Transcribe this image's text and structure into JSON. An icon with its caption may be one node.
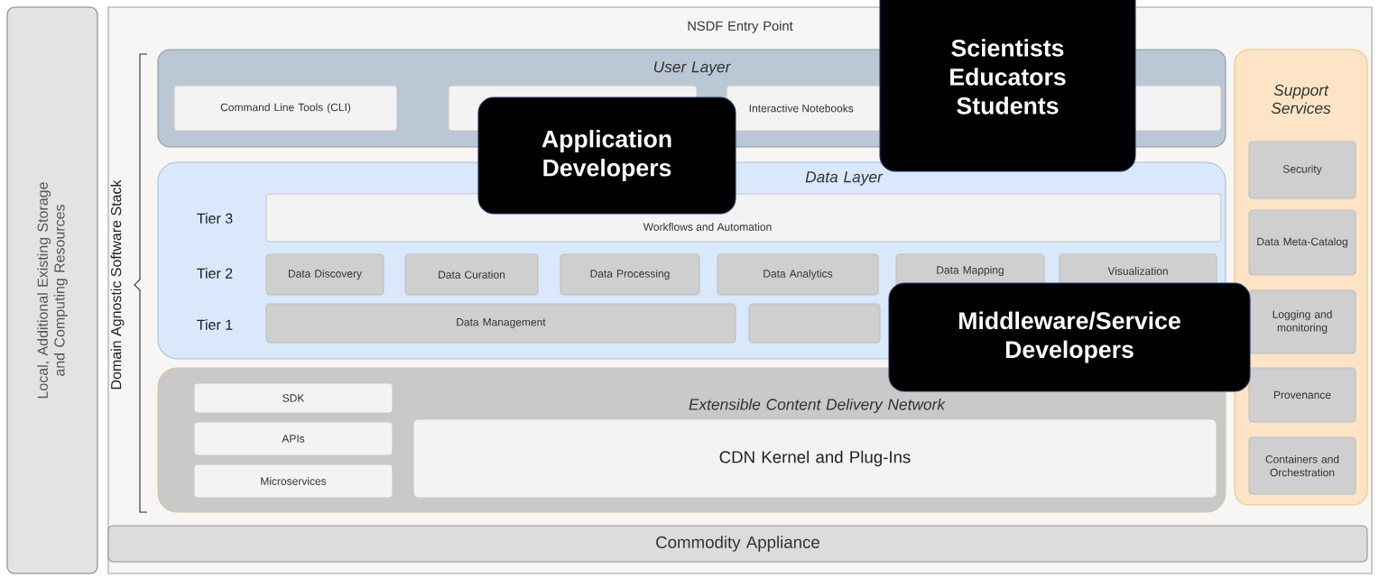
{
  "diagram": {
    "nodes": [
      {
        "text": [
          "Local, Additional Existing Storage and Computing Resources"
        ]
      },
      {
        "text": [
          "NSDF Entry Point"
        ]
      },
      {
        "text": [
          "User Layer"
        ],
        "in": 1
      },
      {
        "text": [
          "Command Line Tools (CLI)"
        ],
        "in": 2
      },
      {
        "text": [],
        "shape": "box",
        "in": 2
      },
      {
        "text": [
          "Interactive Notebooks"
        ],
        "in": 2
      },
      {
        "text": [
          "Data Layer"
        ],
        "in": 1
      },
      {
        "text": [
          "Workflows and Automation"
        ],
        "in": 6
      },
      {
        "text": [
          "Data Discovery"
        ],
        "in": 6
      },
      {
        "text": [
          "Data Curation"
        ],
        "in": 6
      },
      {
        "text": [
          "Data Processing"
        ],
        "in": 6
      },
      {
        "text": [
          "Data Analytics"
        ],
        "in": 6
      },
      {
        "text": [
          "Data Mapping"
        ],
        "in": 6
      },
      {
        "text": [
          "Visualization"
        ],
        "in": 6
      },
      {
        "text": [
          "Data Management"
        ],
        "in": 6
      },
      {
        "text": [],
        "shape": "box",
        "in": 6
      },
      {
        "text": [
          "Extensible Content Delivery Network"
        ],
        "in": 1
      },
      {
        "text": [
          "SDK"
        ],
        "in": 16
      },
      {
        "text": [
          "APIs"
        ],
        "in": 16
      },
      {
        "text": [
          "Microservices"
        ],
        "in": 16
      },
      {
        "text": [
          "CDN Kernel and Plug-Ins"
        ],
        "in": 16
      },
      {
        "text": [
          "Support Services"
        ],
        "in": 1
      },
      {
        "text": [
          "Security"
        ],
        "in": 21
      },
      {
        "text": [
          "Data Meta-Catalog"
        ],
        "in": 21
      },
      {
        "text": [
          "Logging and monitoring"
        ],
        "in": 21
      },
      {
        "text": [
          "Provenance"
        ],
        "in": 21
      },
      {
        "text": [
          "Containers and Orchestration"
        ],
        "in": 21
      },
      {
        "text": [
          "Commodity Appliance"
        ],
        "in": 1
      },
      {
        "text": [
          "Application Developers"
        ],
        "in": 1
      },
      {
        "text": [
          "Scientists Educators Students"
        ]
      },
      {
        "text": [
          "Middleware/Service Developers"
        ],
        "in": 1
      }
    ],
    "labels": [
      "Domain Agnostic Software Stack",
      "Tier 3",
      "Tier 2",
      "Tier 1"
    ]
  }
}
